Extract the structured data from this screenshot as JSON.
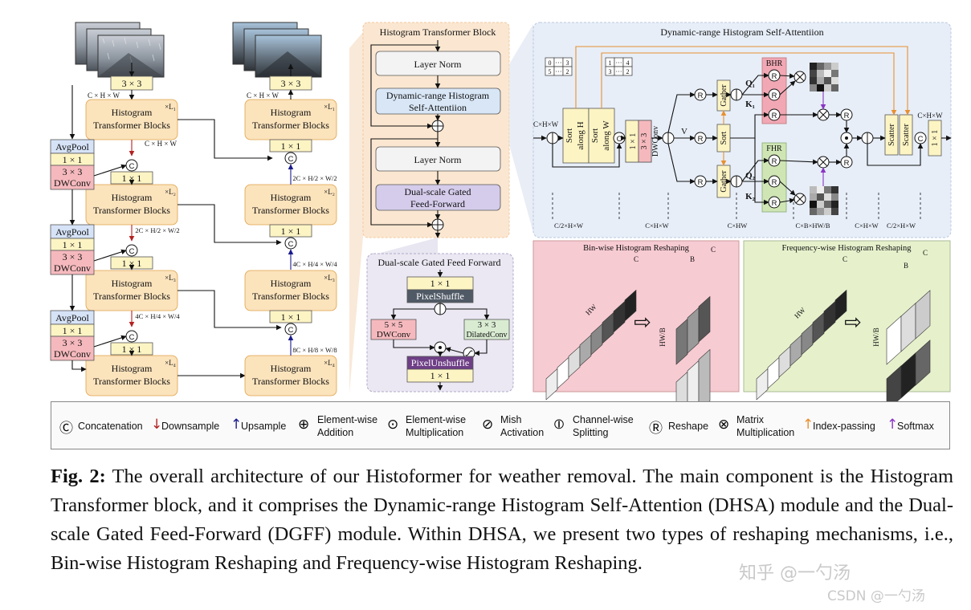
{
  "encoder": {
    "conv_in": "3 × 3",
    "dims_in": "C × H × W",
    "htb": [
      "Histogram",
      "Transformer Blocks"
    ],
    "reps": [
      "×L₁",
      "×L₂",
      "×L₃",
      "×L₄"
    ],
    "dims_after1": "C × H × W",
    "avgpool": "AvgPool",
    "conv11": "1 × 1",
    "conv33": "3 × 3",
    "dwconv": "DWConv",
    "dims_down": [
      "2C × H/2 × W/2",
      "4C × H/4 × W/4"
    ]
  },
  "decoder": {
    "conv_out": "3 × 3",
    "dims_out": "C × H × W",
    "dims_up": [
      "2C × H/2 × W/2",
      "4C × H/4 × W/4",
      "8C × H/8 × W/8"
    ]
  },
  "htb_panel": {
    "title": "Histogram Transformer Block",
    "ln": "Layer Norm",
    "dhsa": [
      "Dynamic-range Histogram",
      "Self-Attentiion"
    ],
    "dgff": [
      "Dual-scale Gated",
      "Feed-Forward"
    ]
  },
  "dgff_panel": {
    "title": "Dual-scale Gated Feed Forward",
    "pixel_shuffle": "PixelShuffle",
    "pixel_unshuffle": "PixelUnshuffle",
    "conv55": "5 × 5",
    "dilated": "DilatedConv"
  },
  "dhsa_panel": {
    "title": "Dynamic-range Histogram Self-Attentiion",
    "dims_in": "C×H×W",
    "dims_out": "C×H×W",
    "sort": "Sort",
    "along_h": "along H",
    "along_w": "along W",
    "dwconv": "DWConv",
    "v": "V",
    "gather": "Gather",
    "scatter": "Scatter",
    "bhr": "BHR",
    "fhr": "FHR",
    "q1": "Q₁",
    "k1": "K₁",
    "q2": "Q₂",
    "k2": "K₂",
    "idx_a": [
      "0",
      "···",
      "3",
      "5",
      "···",
      "2"
    ],
    "idx_b": [
      "1",
      "···",
      "4",
      "3",
      "···",
      "2"
    ],
    "bottom_dims": [
      "C/2×H×W",
      "C×H×W",
      "C×HW",
      "C×B×HW/B",
      "C×H×W",
      "C/2×H×W"
    ]
  },
  "bin_panel": {
    "title": "Bin-wise Histogram Reshaping",
    "c": "C",
    "hw": "HW",
    "b": "B",
    "hwb": "HW/B"
  },
  "freq_panel": {
    "title": "Frequency-wise Histogram Reshaping",
    "c": "C",
    "hw": "HW",
    "b": "B",
    "hwb": "HW/B"
  },
  "legend": {
    "symbols": [
      "Ⓒ",
      "↓",
      "↑",
      "⊕",
      "⊙",
      "⊘",
      "⦶",
      "Ⓡ",
      "⊗",
      "↑",
      "↑"
    ],
    "concat": "Concatenation",
    "down": "Downsample",
    "up": "Upsample",
    "add": [
      "Element-wise",
      "Addition"
    ],
    "mul": [
      "Element-wise",
      "Multiplication"
    ],
    "mish": [
      "Mish",
      "Activation"
    ],
    "split": [
      "Channel-wise",
      "Splitting"
    ],
    "reshape": "Reshape",
    "mm": [
      "Matrix",
      "Multiplication"
    ],
    "index": "Index-passing",
    "softmax": "Softmax"
  },
  "caption": {
    "label": "Fig. 2:",
    "text": "The overall architecture of our Histoformer for weather removal. The main component is the Histogram Transformer block, and it comprises the Dynamic-range Histogram Self-Attention (DHSA) module and the Dual-scale Gated Feed-Forward (DGFF) module. Within DHSA, we present two types of reshaping mechanisms, i.e., Bin-wise Histogram Reshaping and Frequency-wise Histogram Reshaping."
  },
  "watermark": {
    "zhihu": "知乎 @一勺汤",
    "csdn": "CSDN @一勺汤"
  },
  "colors": {
    "block": "#fbe3bc",
    "blockEdge": "#e0a24a",
    "conv": "#fdf4c4",
    "dw": "#f5b9bd",
    "pool": "#d6e3f7",
    "down": "#b22222",
    "up": "#1a1a8c",
    "idx": "#e89030",
    "soft": "#8a35c4",
    "panelBlue": "#e7eef8",
    "panelPink": "#f7cbd2",
    "panelGreen": "#e6f1cc"
  }
}
